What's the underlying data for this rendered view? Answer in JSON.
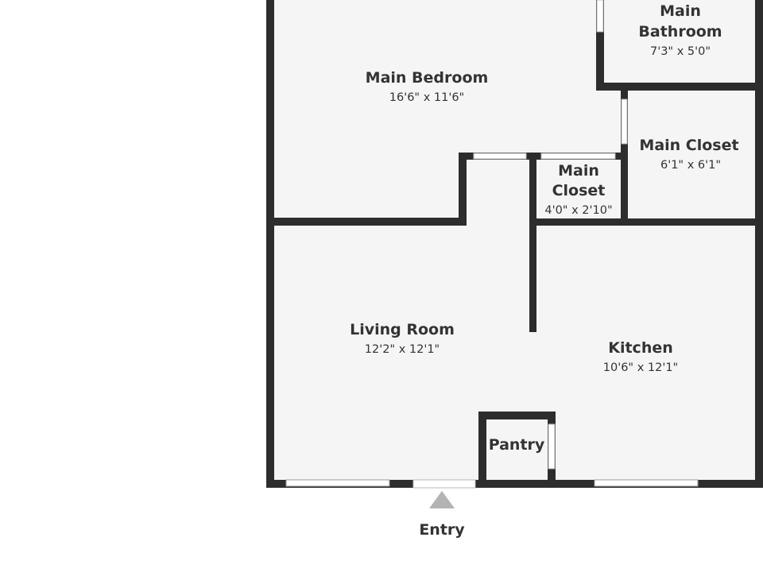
{
  "plan": {
    "rooms": [
      {
        "id": "main-bedroom",
        "name_lines": [
          "Main Bedroom"
        ],
        "dimensions": "16'6\" x 11'6\""
      },
      {
        "id": "main-bathroom",
        "name_lines": [
          "Main",
          "Bathroom"
        ],
        "dimensions": "7'3\" x 5'0\""
      },
      {
        "id": "main-closet",
        "name_lines": [
          "Main Closet"
        ],
        "dimensions": "6'1\" x 6'1\""
      },
      {
        "id": "small-closet",
        "name_lines": [
          "Main",
          "Closet"
        ],
        "dimensions": "4'0\" x 2'10\""
      },
      {
        "id": "living-room",
        "name_lines": [
          "Living Room"
        ],
        "dimensions": "12'2\" x 12'1\""
      },
      {
        "id": "kitchen",
        "name_lines": [
          "Kitchen"
        ],
        "dimensions": "10'6\" x 12'1\""
      },
      {
        "id": "pantry",
        "name_lines": [
          "Pantry"
        ],
        "dimensions": ""
      }
    ],
    "entry": {
      "label": "Entry"
    },
    "colors": {
      "wall": "#2d2d2d",
      "floor": "#f5f5f5",
      "text": "#333333",
      "entry_arrow": "#b3b3b3"
    }
  }
}
